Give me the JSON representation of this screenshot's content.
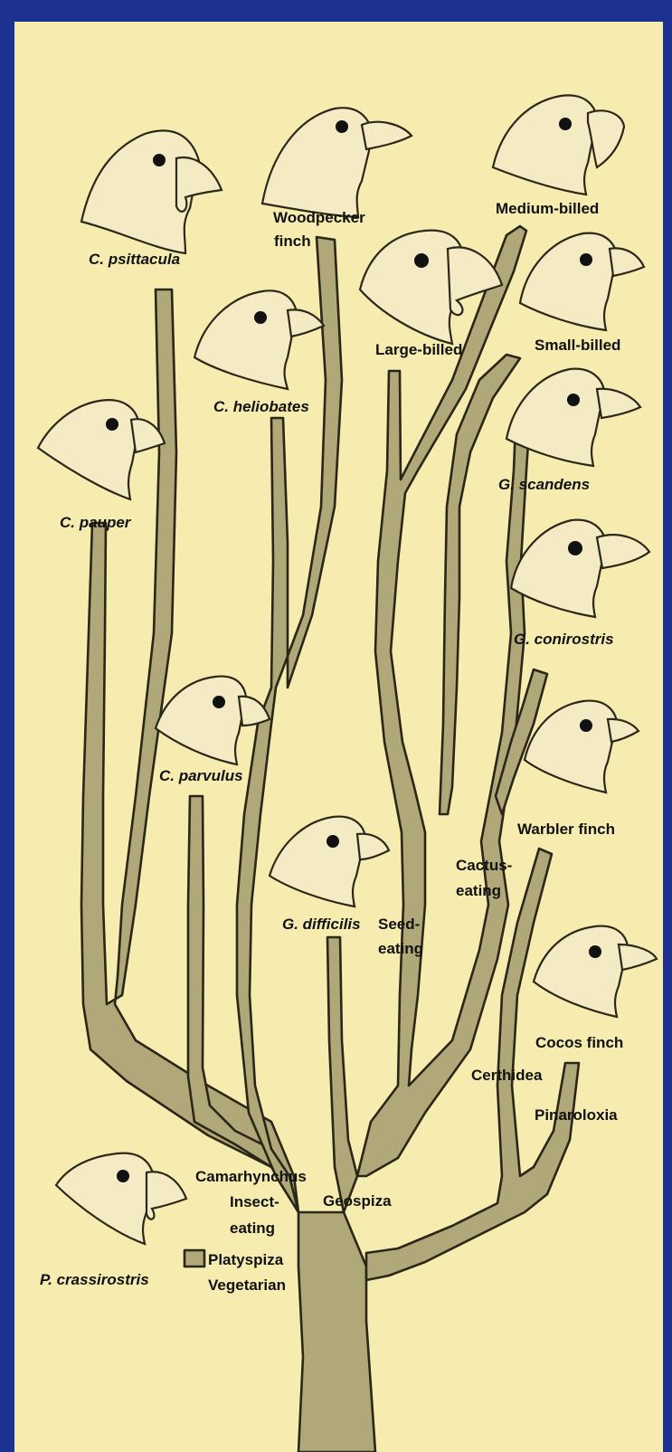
{
  "labels": {
    "c_psittacula": "C. psittacula",
    "woodpecker_1": "Woodpecker",
    "woodpecker_2": "finch",
    "medium_billed": "Medium-billed",
    "large_billed": "Large-billed",
    "small_billed": "Small-billed",
    "c_heliobates": "C. heliobates",
    "c_pauper": "C. pauper",
    "g_scandens": "G. scandens",
    "g_conirostris": "G. conirostris",
    "c_parvulus": "C. parvulus",
    "warbler_finch": "Warbler finch",
    "cactus_1": "Cactus-",
    "cactus_2": "eating",
    "g_difficilis": "G. difficilis",
    "seed_1": "Seed-",
    "seed_2": "eating",
    "cocos_finch": "Cocos finch",
    "certhidea": "Certhidea",
    "pinaroloxia": "Pinaroloxia",
    "camarhynchus": "Camarhynchus",
    "insect_1": "Insect-",
    "insect_2": "eating",
    "geospiza": "Geospiza",
    "platyspiza": "Platyspiza",
    "vegetarian": "Vegetarian",
    "p_crassirostris": "P. crassirostris"
  },
  "colors": {
    "background": "#f6ecb0",
    "border": "#1d3290",
    "branch_fill": "#b0a878",
    "outline": "#2a2618"
  }
}
